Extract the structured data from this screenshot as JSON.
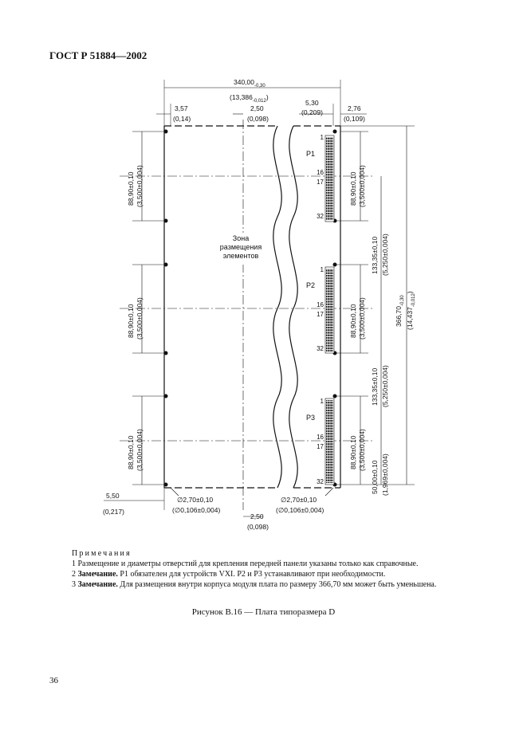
{
  "header": {
    "standard": "ГОСТ Р 51884—2002"
  },
  "drawing": {
    "dims": {
      "top_width_mm": "340,00",
      "top_width_mm_tol": "-0,30",
      "top_width_in": "(13,386",
      "top_width_in_tol": "-0,012",
      "top_width_in_close": ")",
      "left_offset_mm": "3,57",
      "left_offset_in": "(0,14)",
      "mid_top_mm": "2,50",
      "mid_top_in": "(0,098)",
      "right_a_mm": "5,30",
      "right_a_in": "(0,209)",
      "right_b_mm": "2,76",
      "right_b_in": "(0,109)",
      "pitch_mm": "88,90±0,10",
      "pitch_in": "(3,500±0,004)",
      "conn_pitch_mm": "133,35±0,10",
      "conn_pitch_in": "(5,250±0,004)",
      "bottom_conn_mm": "50,00±0,10",
      "bottom_conn_in": "(1,969±0,004)",
      "height_mm": "366,70",
      "height_mm_tol": "-0,30",
      "height_in": "(14,437",
      "height_in_tol": "-0,012",
      "height_in_close": ")",
      "bottom_left_mm": "5,50",
      "bottom_left_in": "(0,217)",
      "hole_mm": "∅2,70±0,10",
      "hole_in": "(∅0,106±0,004)",
      "bottom_mid_mm": "2,50",
      "bottom_mid_in": "(0,098)"
    },
    "zone_label": [
      "Зона",
      "размещения",
      "элементов"
    ],
    "connectors": [
      {
        "name": "P1",
        "pins": [
          "1",
          "16",
          "17",
          "32"
        ]
      },
      {
        "name": "P2",
        "pins": [
          "1",
          "16",
          "17",
          "32"
        ]
      },
      {
        "name": "P3",
        "pins": [
          "1",
          "16",
          "17",
          "32"
        ]
      }
    ]
  },
  "notes": {
    "title": "Примечания",
    "items": [
      {
        "prefix": "1",
        "bold": "",
        "text": "Размещение и диаметры отверстий для крепления передней панели указаны только как справочные."
      },
      {
        "prefix": "2",
        "bold": "Замечание.",
        "text": "P1 обязателен для устройств VXI. P2 и P3 устанавливают при необходимости."
      },
      {
        "prefix": "3",
        "bold": "Замечание.",
        "text": "Для размещения внутри корпуса модуля плата по размеру 366,70 мм может быть уменьшена."
      }
    ]
  },
  "caption": "Рисунок В.16 — Плата типоразмера D",
  "page_number": "36"
}
